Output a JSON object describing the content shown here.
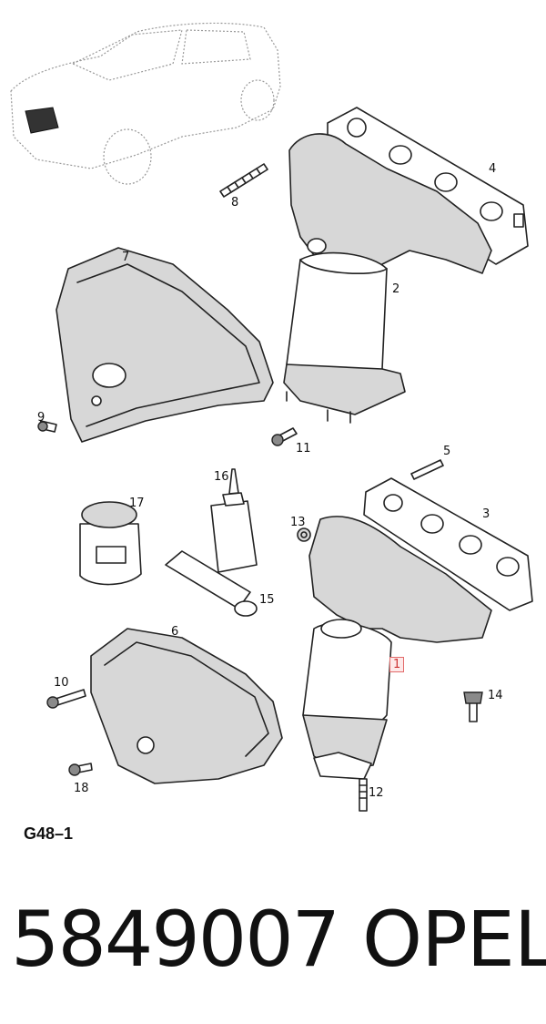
{
  "diagram": {
    "code": "G48–1",
    "callouts": [
      "1",
      "2",
      "3",
      "4",
      "5",
      "6",
      "7",
      "8",
      "9",
      "10",
      "11",
      "12",
      "13",
      "14",
      "15",
      "16",
      "17",
      "18"
    ]
  },
  "footer": {
    "part_number": "5849007",
    "brand": "OPEL"
  },
  "colors": {
    "highlight": "#e26a6a",
    "line": "#222222",
    "fill": "#d7d7d7"
  }
}
